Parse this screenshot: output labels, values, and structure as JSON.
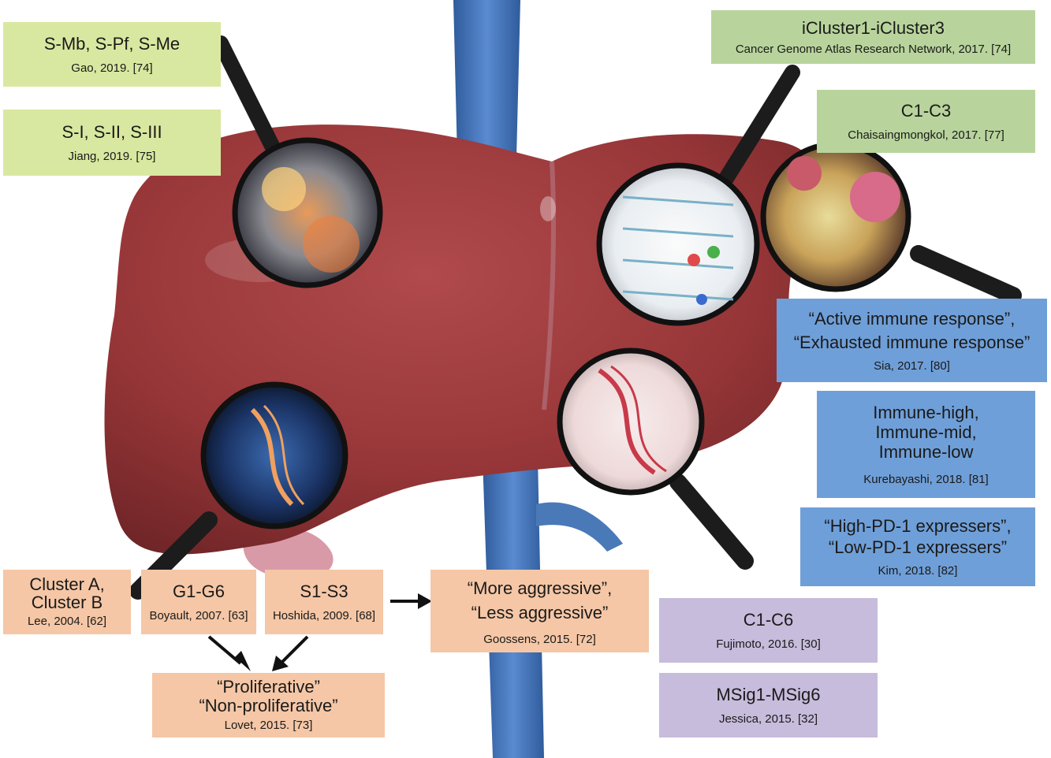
{
  "colors": {
    "green": "#d9e8a0",
    "sage": "#b8d49c",
    "blue": "#6f9fd8",
    "purple": "#c7bcdc",
    "peach": "#f5c7a6",
    "liver": "#9a3a3c",
    "vessel": "#4a79b8"
  },
  "icons": {
    "organ": "liver-icon",
    "magnifier": "magnifying-glass-icon",
    "arrow": "arrow-icon"
  },
  "boxes": {
    "gao": {
      "title": "S-Mb, S-Pf, S-Me",
      "cite": "Gao, 2019. [74]"
    },
    "jiang": {
      "title": "S-I, S-II, S-III",
      "cite": "Jiang, 2019. [75]"
    },
    "icluster": {
      "title": "iCluster1-iCluster3",
      "cite": "Cancer Genome Atlas Research Network, 2017. [74]"
    },
    "chai": {
      "title": "C1-C3",
      "cite": "Chaisaingmongkol, 2017. [77]"
    },
    "sia": {
      "title": "“Active immune response”,\n“Exhausted immune response”",
      "cite": "Sia, 2017. [80]"
    },
    "kurebayashi": {
      "title": "Immune-high,\nImmune-mid,\nImmune-low",
      "cite": "Kurebayashi, 2018. [81]"
    },
    "kim": {
      "title": "“High-PD-1 expressers”,\n“Low-PD-1 expressers”",
      "cite": "Kim, 2018. [82]"
    },
    "lee": {
      "title": "Cluster A,\nCluster B",
      "cite": "Lee, 2004. [62]"
    },
    "boyault": {
      "title": "G1-G6",
      "cite": "Boyault, 2007. [63]"
    },
    "hoshida": {
      "title": "S1-S3",
      "cite": "Hoshida, 2009. [68]"
    },
    "goossens": {
      "title": "“More aggressive”,\n“Less aggressive”",
      "cite": "Goossens, 2015. [72]"
    },
    "lovet": {
      "title": "“Proliferative”\n“Non-proliferative”",
      "cite": "Lovet, 2015. [73]"
    },
    "fujimoto": {
      "title": "C1-C6",
      "cite": "Fujimoto, 2016. [30]"
    },
    "jessica": {
      "title": "MSig1-MSig6",
      "cite": "Jessica, 2015. [32]"
    }
  }
}
